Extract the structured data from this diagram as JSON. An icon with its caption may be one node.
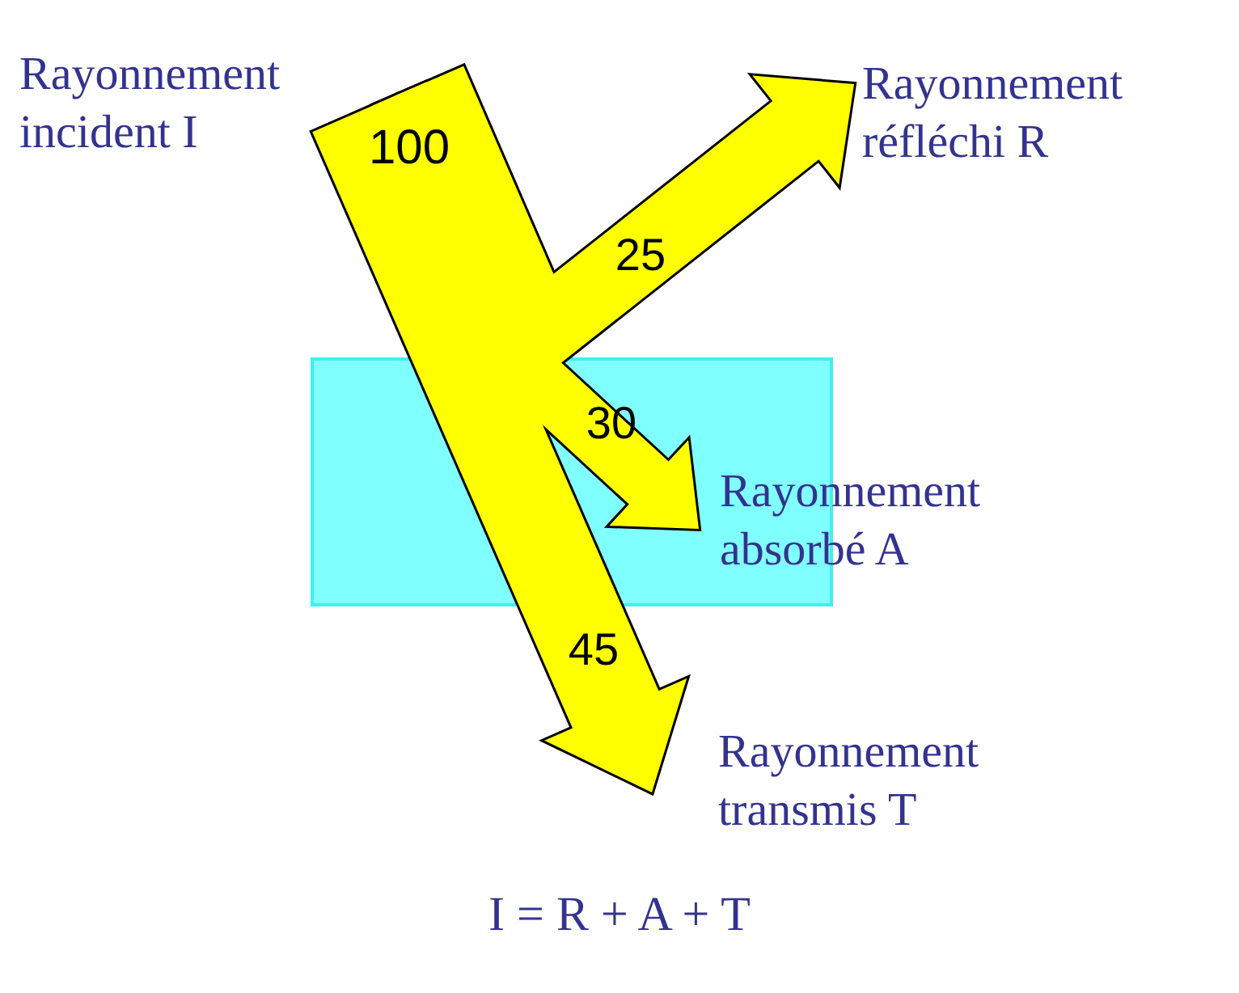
{
  "diagram": {
    "nodes": [
      {
        "text": [
          "Rayonnement incident I"
        ]
      },
      {
        "text": [
          "Rayonnement réfléchi R"
        ]
      },
      {
        "text": [],
        "shape": "box"
      },
      {
        "text": [
          "Rayonnement absorbé A"
        ]
      },
      {
        "text": [
          "Rayonnement transmis T"
        ]
      }
    ],
    "edges": [
      {
        "from": 0,
        "to": 1,
        "arrow": "to",
        "label": "25"
      },
      {
        "from": 0,
        "to": 3,
        "arrow": "to",
        "label": "30"
      },
      {
        "from": 0,
        "to": 4,
        "arrow": "to",
        "label": "45"
      }
    ],
    "labels": [
      "100",
      "I = R + A + T"
    ]
  }
}
